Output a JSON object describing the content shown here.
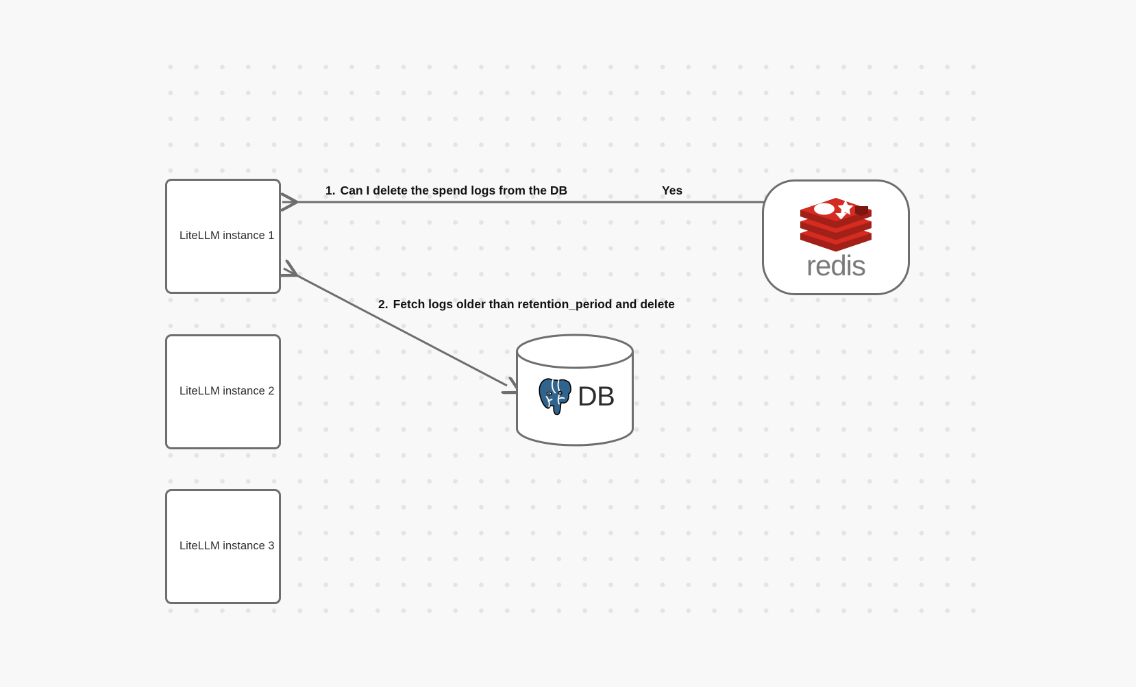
{
  "canvas": {
    "background_color": "#f8f8f8",
    "grid_dot_color": "#e4e4e6",
    "stroke_color": "#6e6e6e"
  },
  "nodes": {
    "litellm_instances": [
      {
        "id": "litellm-1",
        "label": "LiteLLM instance 1"
      },
      {
        "id": "litellm-2",
        "label": "LiteLLM instance 2"
      },
      {
        "id": "litellm-3",
        "label": "LiteLLM instance 3"
      }
    ],
    "redis": {
      "id": "redis",
      "wordmark": "redis",
      "logo_color": "#d62b20",
      "wordmark_color": "#7a7a7a"
    },
    "database": {
      "id": "database",
      "label": "DB",
      "logo_name": "postgresql-elephant-icon",
      "logo_color": "#31648c"
    }
  },
  "edges": [
    {
      "id": "edge-step-1",
      "from": "litellm-1",
      "to": "redis",
      "step_number": "1.",
      "label": "Can I delete the spend logs from the DB",
      "response_label": "Yes",
      "direction": "bidirectional"
    },
    {
      "id": "edge-step-2",
      "from": "litellm-1",
      "to": "database",
      "step_number": "2.",
      "label": "Fetch logs older than retention_period and delete",
      "direction": "bidirectional"
    }
  ]
}
